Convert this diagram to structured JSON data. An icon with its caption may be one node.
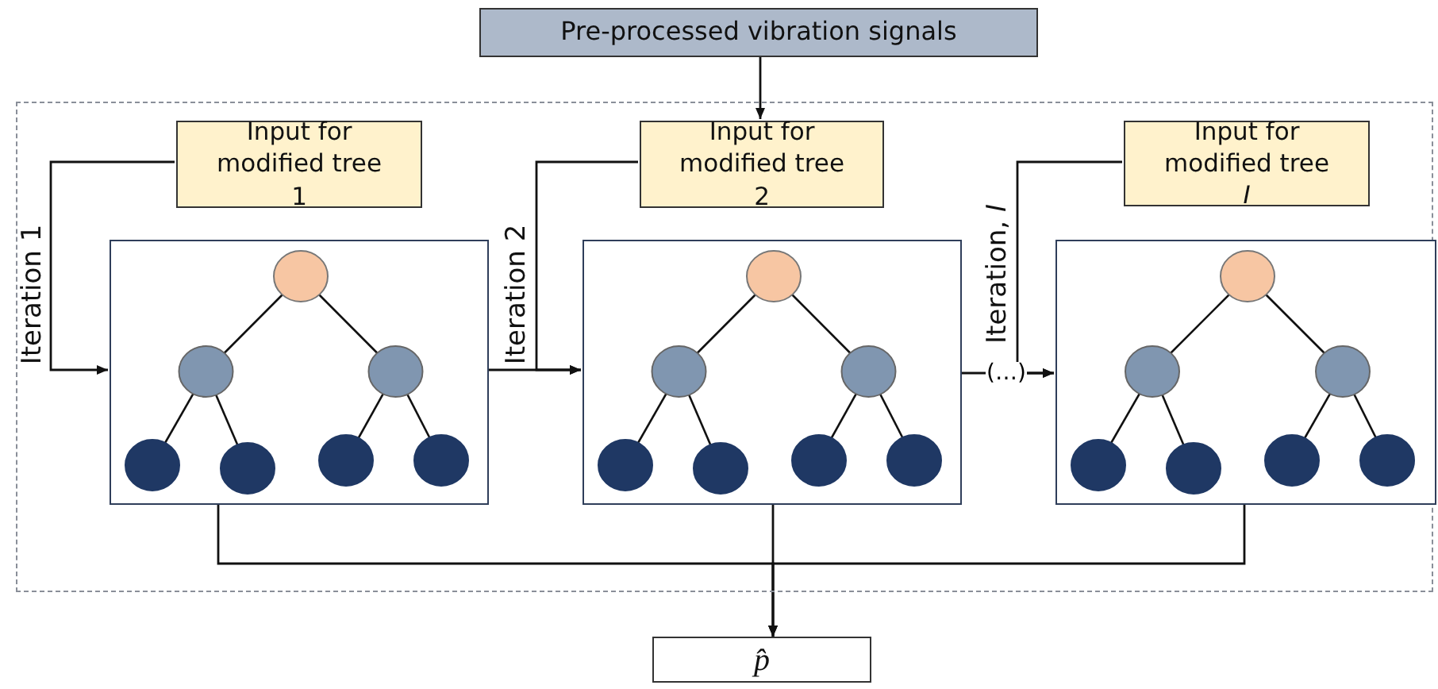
{
  "diagram": {
    "nodes": [
      {
        "text": [],
        "shape": "box"
      },
      {
        "text": [
          "Pre-processed vibration signals"
        ]
      },
      {
        "text": [
          "Input for modified tree 1"
        ],
        "in": 0
      },
      {
        "text": [
          "Input for modified tree 2"
        ],
        "in": 0
      },
      {
        "text": [
          "Input for modified tree *I*"
        ],
        "in": 0
      },
      {
        "text": [],
        "shape": "box",
        "in": 0
      },
      {
        "text": [],
        "shape": "box",
        "in": 0
      },
      {
        "text": [],
        "shape": "box",
        "in": 0
      },
      {
        "text": [
          "p̂"
        ]
      }
    ],
    "edges": [
      {
        "from": 1,
        "to": 3,
        "arrow": "to"
      },
      {
        "from": 2,
        "to": 5,
        "arrow": "to",
        "label": "Iteration 1"
      },
      {
        "from": 3,
        "to": 6,
        "arrow": "to",
        "label": "Iteration 2"
      },
      {
        "from": 5,
        "to": 6,
        "arrow": "to"
      },
      {
        "from": 4,
        "to": 7,
        "arrow": "to",
        "label": "Iteration, *I*"
      },
      {
        "from": 6,
        "to": 7,
        "arrow": "to",
        "label": "(…)"
      },
      {
        "from": 5,
        "to": 8,
        "arrow": "to"
      },
      {
        "from": 6,
        "to": 8,
        "arrow": "to"
      },
      {
        "from": 7,
        "to": 8,
        "arrow": "to"
      }
    ]
  }
}
